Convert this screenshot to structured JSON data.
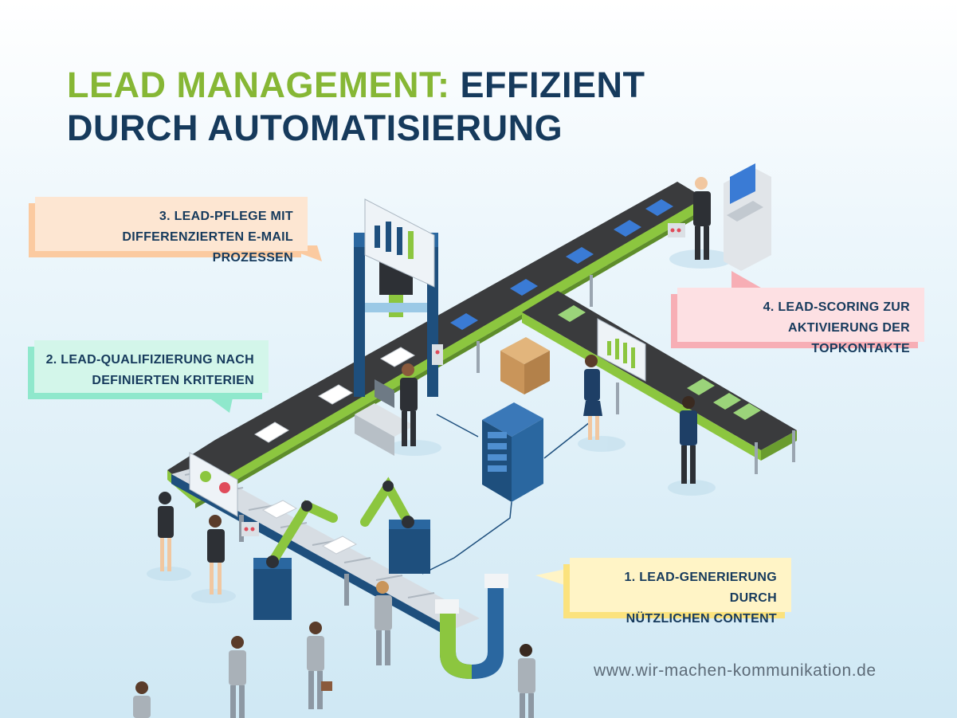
{
  "title": {
    "part1": "LEAD MANAGEMENT:",
    "part2": "EFFIZIENT",
    "part3": "DURCH AUTOMATISIERUNG"
  },
  "steps": [
    {
      "line1": "1. LEAD-GENERIERUNG DURCH",
      "line2": "NÜTZLICHEN CONTENT"
    },
    {
      "line1": "2. LEAD-QUALIFIZIERUNG NACH",
      "line2": "DEFINIERTEN KRITERIEN"
    },
    {
      "line1": "3. LEAD-PFLEGE MIT",
      "line2": "DIFFERENZIERTEN E-MAIL PROZESSEN"
    },
    {
      "line1": "4. LEAD-SCORING ZUR",
      "line2": "AKTIVIERUNG DER TOPKONTAKTE"
    }
  ],
  "footer_url": "www.wir-machen-kommunikation.de",
  "colors": {
    "title_green": "#86b735",
    "title_navy": "#163a5c",
    "belt_dark": "#3a3b3d",
    "belt_edge_green": "#8cc63f",
    "step1_bg": "#fff4c6",
    "step2_bg": "#d3f6ea",
    "step3_bg": "#fde6d2",
    "step4_bg": "#fde0e3"
  }
}
